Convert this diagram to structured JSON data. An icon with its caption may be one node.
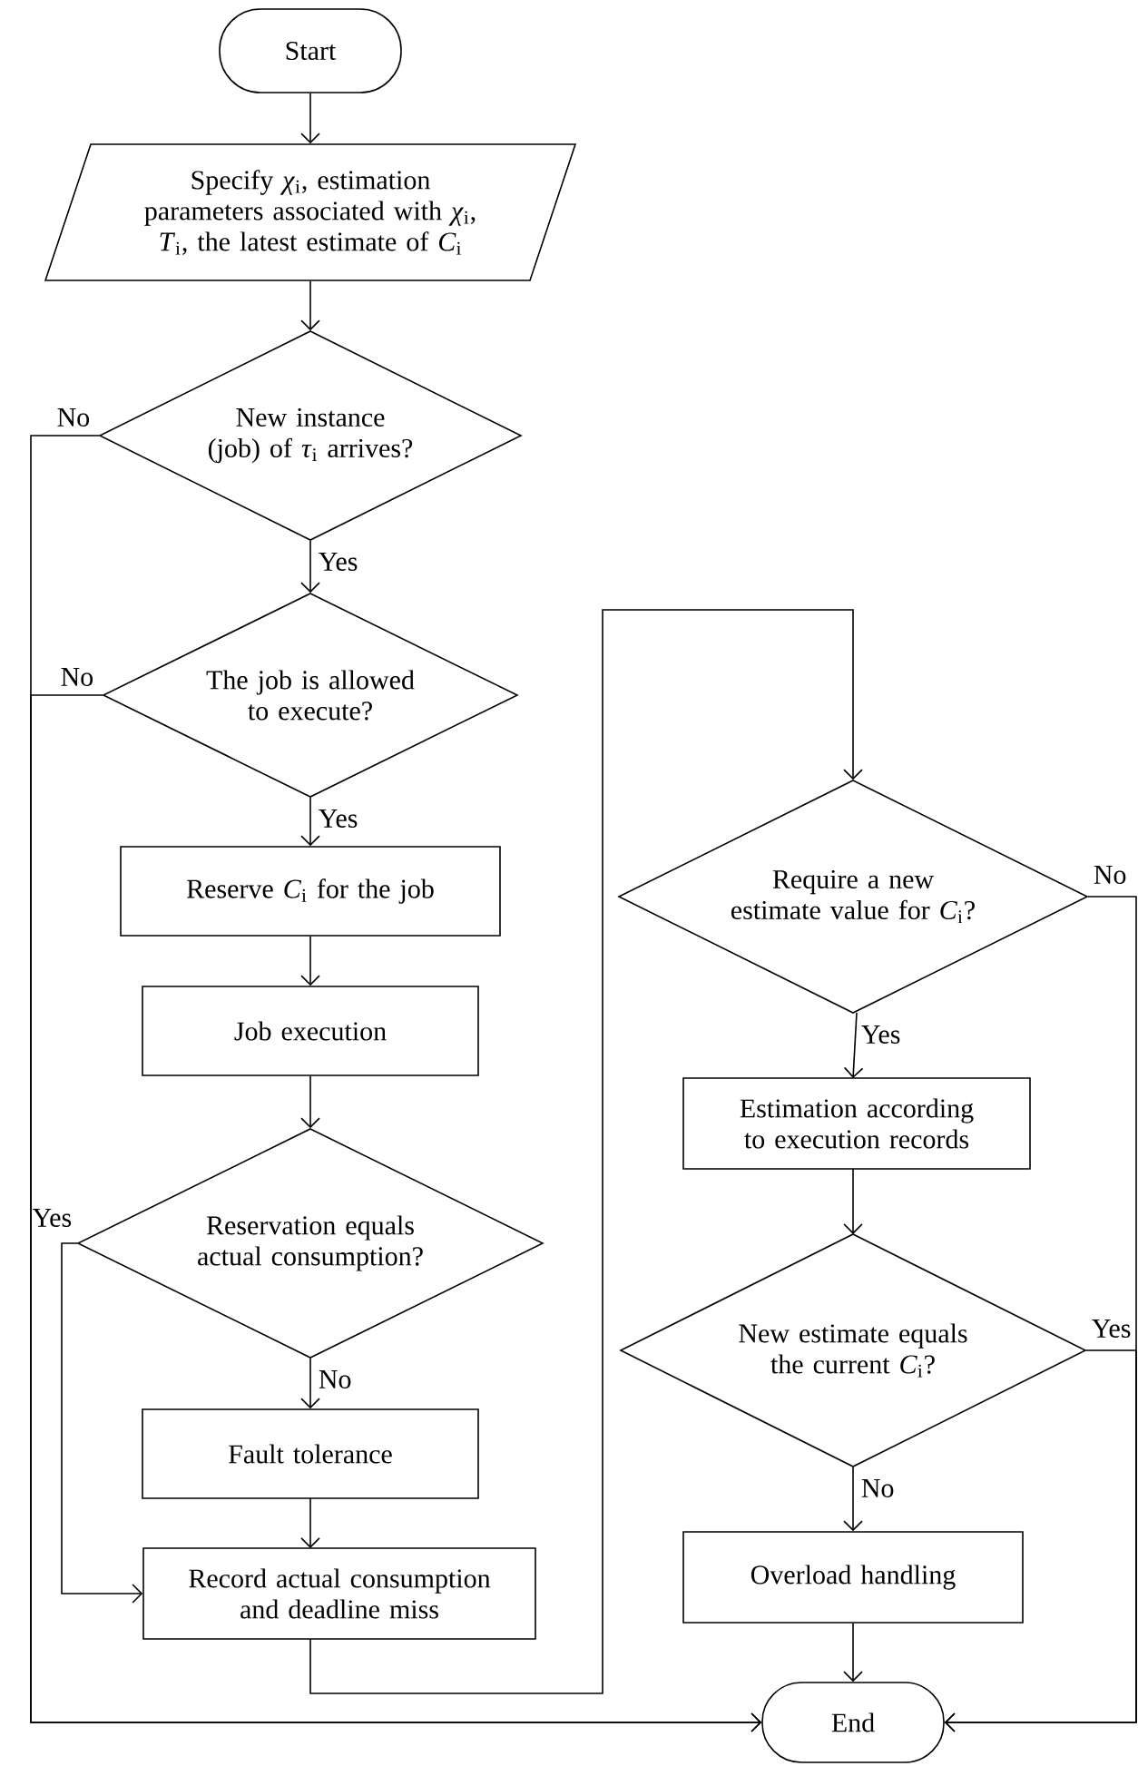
{
  "diagram": {
    "nodes": [
      {
        "text": [
          "Start"
        ]
      },
      {
        "text": [
          "Specify *χ*$_{i}$, estimation parameters associated with *χ*$_{i}$, *T*$_{i}$, the latest estimate of *C*$_{i}$"
        ]
      },
      {
        "text": [
          "New instance (job) of *τ*$_{i}$ arrives?"
        ]
      },
      {
        "text": [
          "The job is allowed to execute?"
        ]
      },
      {
        "text": [
          "Reserve *C*$_{i}$ for the job"
        ]
      },
      {
        "text": [
          "Job execution"
        ]
      },
      {
        "text": [
          "Reservation equals actual consumption?"
        ]
      },
      {
        "text": [
          "Fault tolerance"
        ]
      },
      {
        "text": [
          "Record actual consumption and deadline miss"
        ]
      },
      {
        "text": [
          "Require a new estimate value for *C*$_{i}$?"
        ]
      },
      {
        "text": [
          "Estimation according to execution records"
        ]
      },
      {
        "text": [
          "New estimate equals the current *C*$_{i}$?"
        ]
      },
      {
        "text": [
          "Overload handling"
        ]
      },
      {
        "text": [
          "End"
        ]
      }
    ],
    "edges": [
      {
        "from": 0,
        "to": 1,
        "arrow": "to"
      },
      {
        "from": 1,
        "to": 2,
        "arrow": "to"
      },
      {
        "from": 2,
        "to": 3,
        "arrow": "to",
        "label": "Yes"
      },
      {
        "from": 2,
        "to": 13,
        "arrow": "to",
        "label": "No"
      },
      {
        "from": 3,
        "to": 13,
        "arrow": "to",
        "label": "No"
      },
      {
        "from": 3,
        "to": 4,
        "arrow": "to",
        "label": "Yes"
      },
      {
        "from": 4,
        "to": 5,
        "arrow": "to"
      },
      {
        "from": 5,
        "to": 6,
        "arrow": "to"
      },
      {
        "from": 6,
        "to": 7,
        "arrow": "to",
        "label": "No"
      },
      {
        "from": 6,
        "to": 8,
        "arrow": "to",
        "label": "Yes"
      },
      {
        "from": 7,
        "to": 8,
        "arrow": "to"
      },
      {
        "from": 8,
        "to": 9,
        "arrow": "to"
      },
      {
        "from": 9,
        "to": 10,
        "arrow": "to",
        "label": "Yes"
      },
      {
        "from": 9,
        "to": 13,
        "arrow": "to",
        "label": "No"
      },
      {
        "from": 10,
        "to": 11,
        "arrow": "to"
      },
      {
        "from": 11,
        "to": 12,
        "arrow": "to",
        "label": "No"
      },
      {
        "from": 11,
        "to": 13,
        "arrow": "to",
        "label": "Yes"
      },
      {
        "from": 12,
        "to": 13,
        "arrow": "to"
      }
    ]
  }
}
